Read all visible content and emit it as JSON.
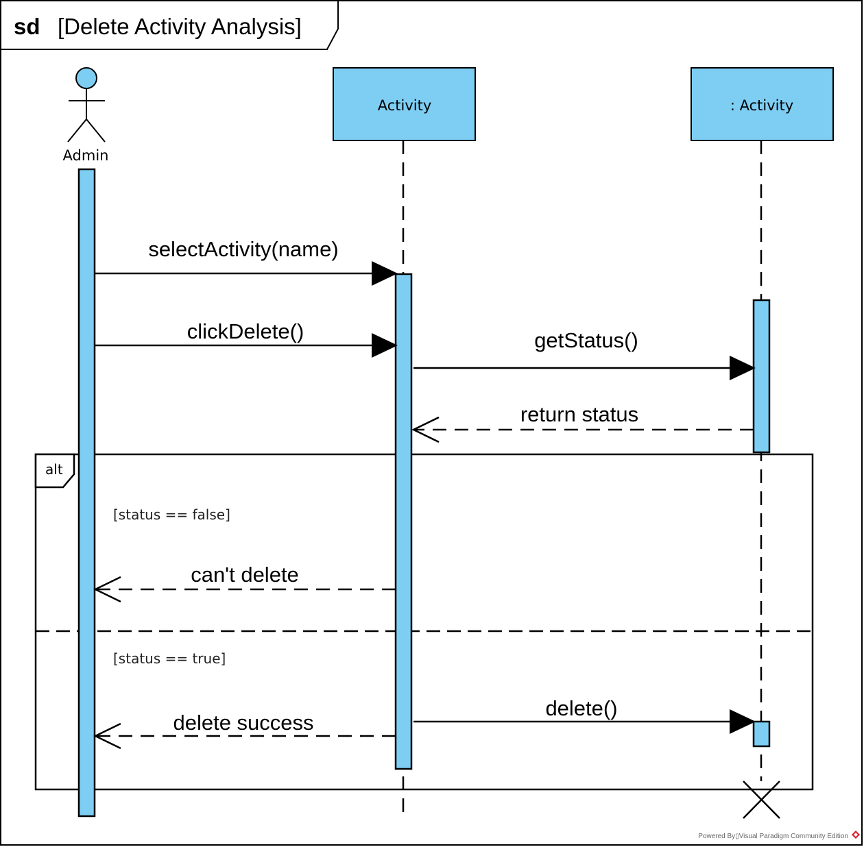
{
  "frame": {
    "keyword": "sd",
    "title": "[Delete Activity Analysis]"
  },
  "actor": {
    "name": "Admin"
  },
  "lifelines": [
    {
      "label": "Activity"
    },
    {
      "label": ": Activity"
    }
  ],
  "messages": [
    {
      "label": "selectActivity(name)",
      "kind": "sync"
    },
    {
      "label": "clickDelete()",
      "kind": "sync"
    },
    {
      "label": "getStatus()",
      "kind": "sync"
    },
    {
      "label": "return status",
      "kind": "return"
    },
    {
      "label": "can't delete",
      "kind": "return"
    },
    {
      "label": "delete()",
      "kind": "sync"
    },
    {
      "label": "delete success",
      "kind": "return"
    }
  ],
  "fragment": {
    "operator": "alt",
    "guards": [
      "[status == false]",
      "[status == true]"
    ]
  },
  "footer": {
    "text": "Powered By▯Visual Paradigm Community Edition"
  },
  "colors": {
    "fill": "#7ecef4",
    "line": "#000000",
    "logo": "#d9232e"
  }
}
